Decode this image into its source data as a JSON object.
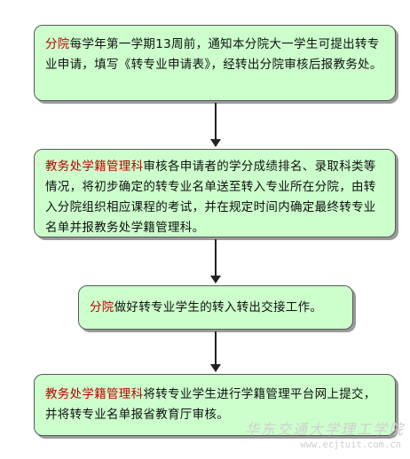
{
  "steps": [
    {
      "highlight": "分院",
      "text": "每学年第一学期13周前，通知本分院大一学生可提出转专业申请，填写《转专业申请表》，经转出分院审核后报教务处。"
    },
    {
      "highlight": "教务处学籍管理科",
      "text": "审核各申请者的学分成绩排名、录取科类等情况，将初步确定的转专业名单送至转入专业所在分院，由转入分院组织相应课程的考试，并在规定时间内确定最终转专业名单并报教务处学籍管理科。"
    },
    {
      "highlight": "分院",
      "text": "做好转专业学生的转入转出交接工作。"
    },
    {
      "highlight": "教务处学籍管理科",
      "text": "将转专业学生进行学籍管理平台网上提交，并将转专业名单报省教育厅审核。"
    }
  ],
  "watermark": {
    "name": "华东交通大学理工学院",
    "url": "www.ecjtuit.com.cn"
  },
  "colors": {
    "box_fill": "#ccffcc",
    "highlight": "#c00000",
    "border": "#5a5a5a"
  }
}
